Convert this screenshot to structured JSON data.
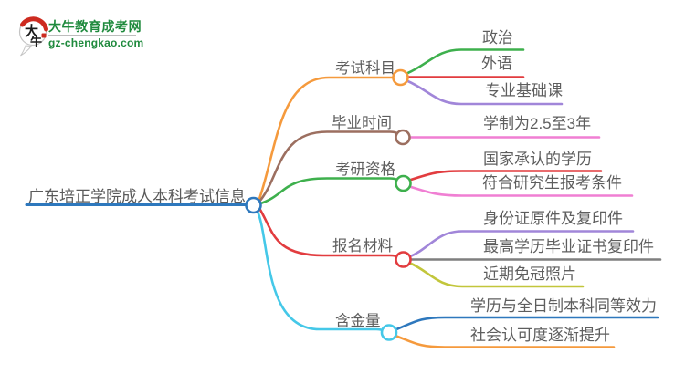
{
  "logo": {
    "site_name": "大牛教育成考网",
    "site_url": "gz-chengkao.com",
    "mark_char_top": "大",
    "mark_char_bottom": "牛",
    "brand_green": "#1f8a3d",
    "brand_red": "#cd2b20"
  },
  "mindmap": {
    "root": {
      "label": "广东培正学院成人本科考试信息",
      "color": "#2e78bd"
    },
    "branches": [
      {
        "label": "考试科目",
        "color": "#f59a3d",
        "children": [
          {
            "label": "政治",
            "color": "#3eb04d"
          },
          {
            "label": "外语",
            "color": "#e23c3f"
          },
          {
            "label": "专业基础课",
            "color": "#a186d9"
          }
        ]
      },
      {
        "label": "毕业时间",
        "color": "#9c6f60",
        "children": [
          {
            "label": "学制为2.5至3年",
            "color": "#f07fd3"
          }
        ]
      },
      {
        "label": "考研资格",
        "color": "#3eb04d",
        "children": [
          {
            "label": "国家承认的学历",
            "color": "#e23c3f"
          },
          {
            "label": "符合研究生报考条件",
            "color": "#f07fd3"
          }
        ]
      },
      {
        "label": "报名材料",
        "color": "#e23c3f",
        "children": [
          {
            "label": "身份证原件及复印件",
            "color": "#a186d9"
          },
          {
            "label": "最高学历毕业证书复印件",
            "color": "#7f7f7f"
          },
          {
            "label": "近期免冠照片",
            "color": "#c2c63b"
          }
        ]
      },
      {
        "label": "含金量",
        "color": "#45c8e8",
        "children": [
          {
            "label": "学历与全日制本科同等效力",
            "color": "#2e78bd"
          },
          {
            "label": "社会认可度逐渐提升",
            "color": "#f59a3d"
          }
        ]
      }
    ]
  }
}
